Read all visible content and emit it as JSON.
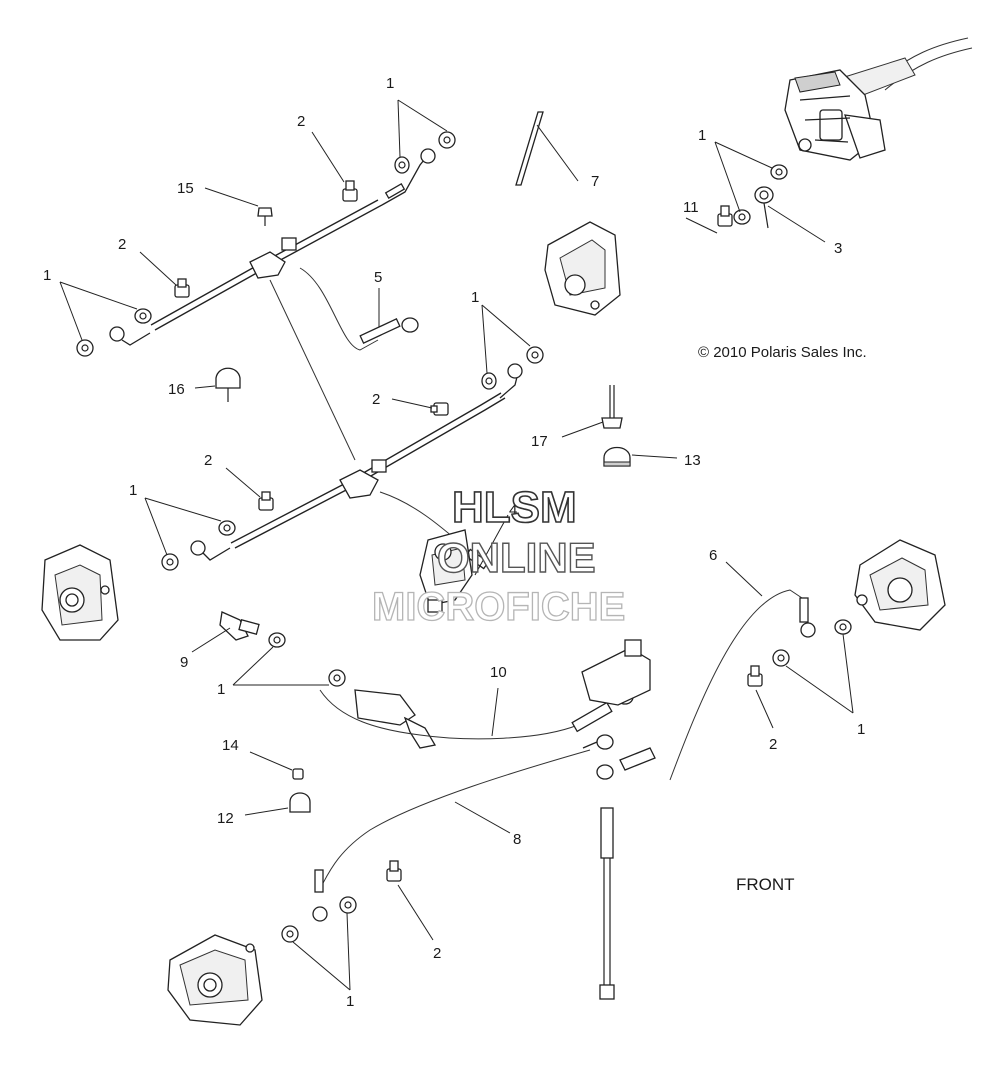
{
  "copyright": "© 2010 Polaris Sales Inc.",
  "front_label": "FRONT",
  "watermark": {
    "line1": "HLSM",
    "line2": "ONLINE",
    "line3": "MICROFICHE"
  },
  "callouts": {
    "c01": "1",
    "c02": "2",
    "c03": "15",
    "c04": "7",
    "c05": "1",
    "c06": "11",
    "c07": "3",
    "c08": "2",
    "c09": "1",
    "c10": "5",
    "c11": "1",
    "c12": "16",
    "c13": "2",
    "c14": "17",
    "c15": "13",
    "c16": "2",
    "c17": "1",
    "c18": "6",
    "c19": "9",
    "c20": "1",
    "c21": "10",
    "c22": "2",
    "c23": "1",
    "c24": "14",
    "c25": "12",
    "c26": "8",
    "c27": "2",
    "c28": "1",
    "c29": "4"
  }
}
